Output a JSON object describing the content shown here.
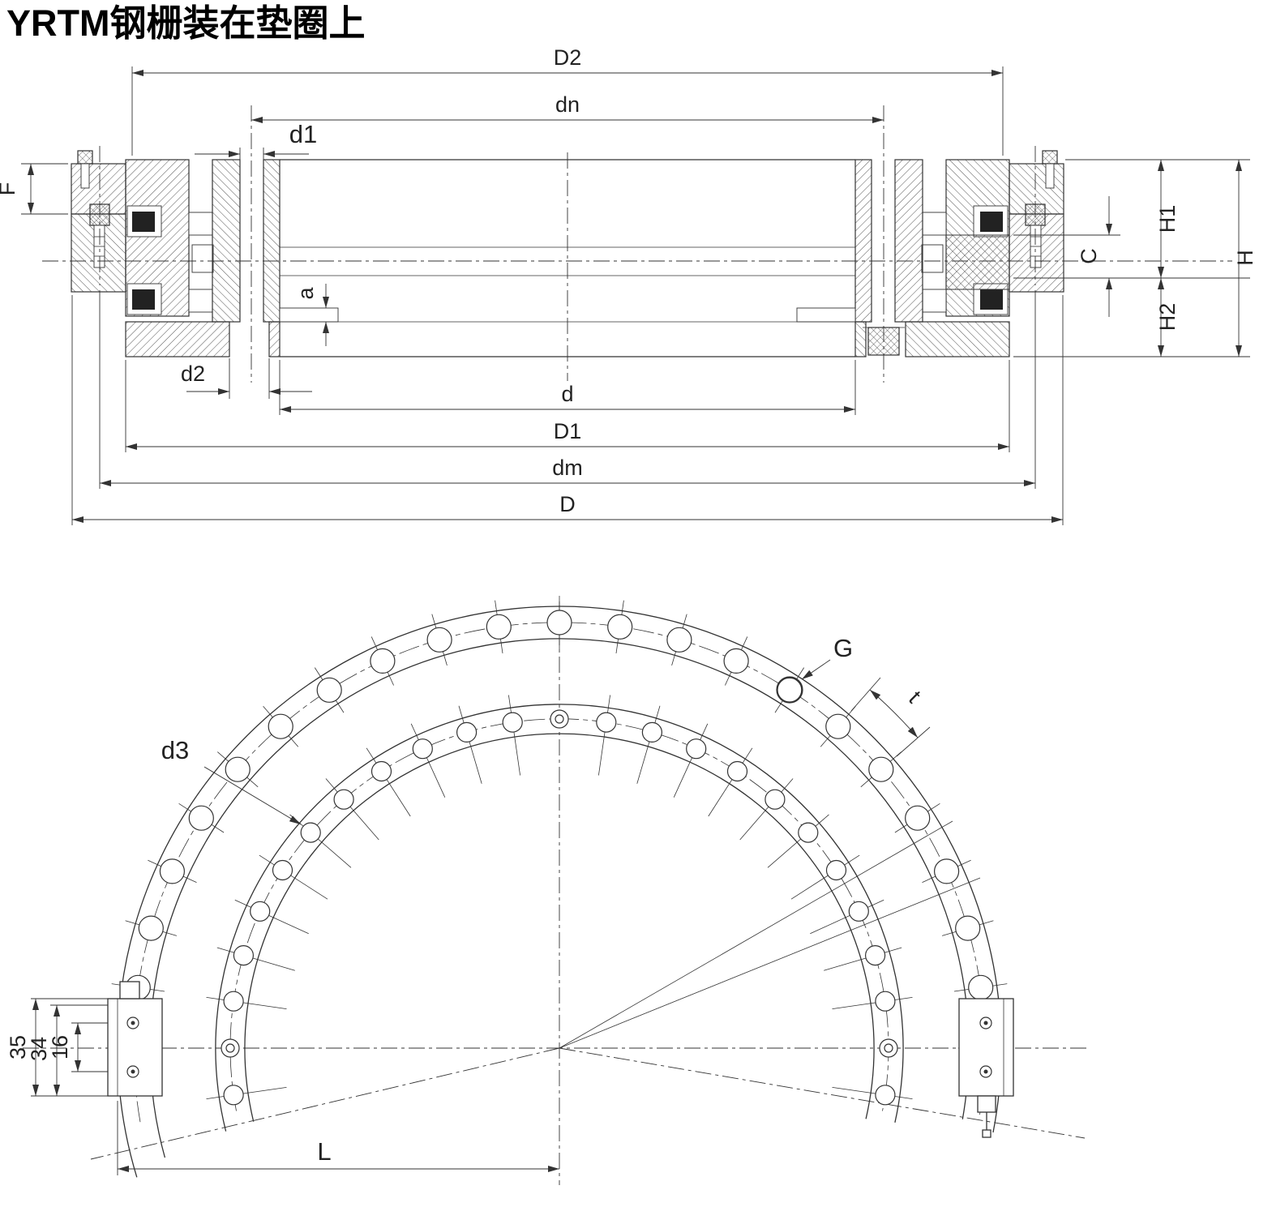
{
  "title": "YRTM钢栅装在垫圈上",
  "section_view": {
    "name": "bearing cross-section with spacer ring",
    "dims": {
      "D2": "D2",
      "dn": "dn",
      "d1": "d1",
      "F": "F",
      "H1": "H1",
      "H": "H",
      "C": "C",
      "H2": "H2",
      "a": "a",
      "d2": "d2",
      "d": "d",
      "D1": "D1",
      "dm": "dm",
      "D": "D"
    }
  },
  "plan_view": {
    "name": "half plan view with bolt hole pattern and measuring heads",
    "dims": {
      "G": "G",
      "t": "t",
      "d3": "d3",
      "L": "L",
      "h35": "35",
      "h34": "34",
      "h16": "16"
    },
    "outer_hole_count": 23,
    "inner_hole_count": 25,
    "reference_hole_angles_deg": [
      0,
      90,
      180
    ]
  },
  "colors": {
    "line": "#333333",
    "seal": "#222222",
    "background": "#ffffff"
  }
}
